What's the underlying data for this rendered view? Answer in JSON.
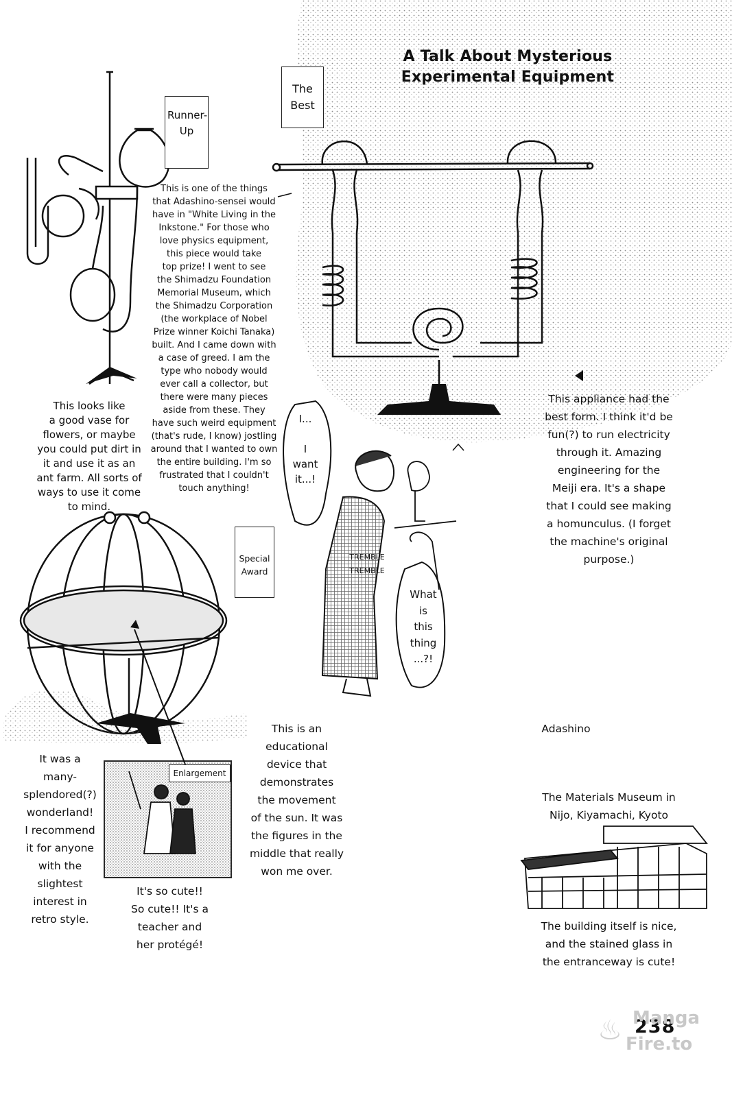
{
  "header": {
    "title": "A Talk About Mysterious\nExperimental Equipment"
  },
  "labels": {
    "best": "The\nBest",
    "runner_up": "Runner-\nUp",
    "special_award": "Special\nAward",
    "enlargement": "Enlargement"
  },
  "captions": {
    "runner_up_text": "This is one of the things\nthat Adashino-sensei would\nhave in \"White Living in the\nInkstone.\" For those who\nlove physics equipment,\nthis piece would take\ntop prize! I went to see\nthe Shimadzu Foundation\nMemorial Museum, which\nthe Shimadzu Corporation\n(the workplace of Nobel\nPrize winner Koichi Tanaka)\nbuilt. And I came down with\na case of greed. I am the\ntype who nobody would\never call a collector, but\nthere were many pieces\naside from these. They\nhave such weird equipment\n(that's rude, I know) jostling\naround that I wanted to own\nthe entire building. I'm so\nfrustrated that I couldn't\ntouch anything!",
    "vase_text": "This looks like\na good vase for\nflowers, or maybe\nyou could put dirt in\nit and use it as an\nant farm. All sorts of\nways to use it come\nto mind.",
    "best_text": "This appliance had the\nbest form. I think it'd be\nfun(?) to run electricity\nthrough it. Amazing\nengineering for the\nMeiji era. It's a shape\nthat I could see making\na homunculus. (I forget\nthe machine's original\npurpose.)",
    "wonderland_text": "It was a\nmany-\nsplendored(?)\nwonderland!\nI recommend\nit for anyone\nwith the\nslightest\ninterest in\nretro style.",
    "educational_text": "This is an\neducational\ndevice that\ndemonstrates\nthe movement\nof the sun. It was\nthe figures in the\nmiddle that really\nwon me over.",
    "cute_text": "It's so cute!!\nSo cute!! It's a\nteacher and\nher protégé!",
    "adashino": "Adashino",
    "museum_name": "The Materials Museum in\nNijo, Kiyamachi, Kyoto",
    "building_text": "The building itself is nice,\nand the stained glass in\nthe entranceway is cute!"
  },
  "bubbles": {
    "want": "I...\n\nI\nwant\nit...!",
    "tremble1": "TREMBLE",
    "tremble2": "TREMBLE",
    "what": "What\nis\nthis\nthing\n...?!"
  },
  "footer": {
    "page_number": "238",
    "watermark_top": "Manga",
    "watermark_bottom": "Fire.to"
  }
}
